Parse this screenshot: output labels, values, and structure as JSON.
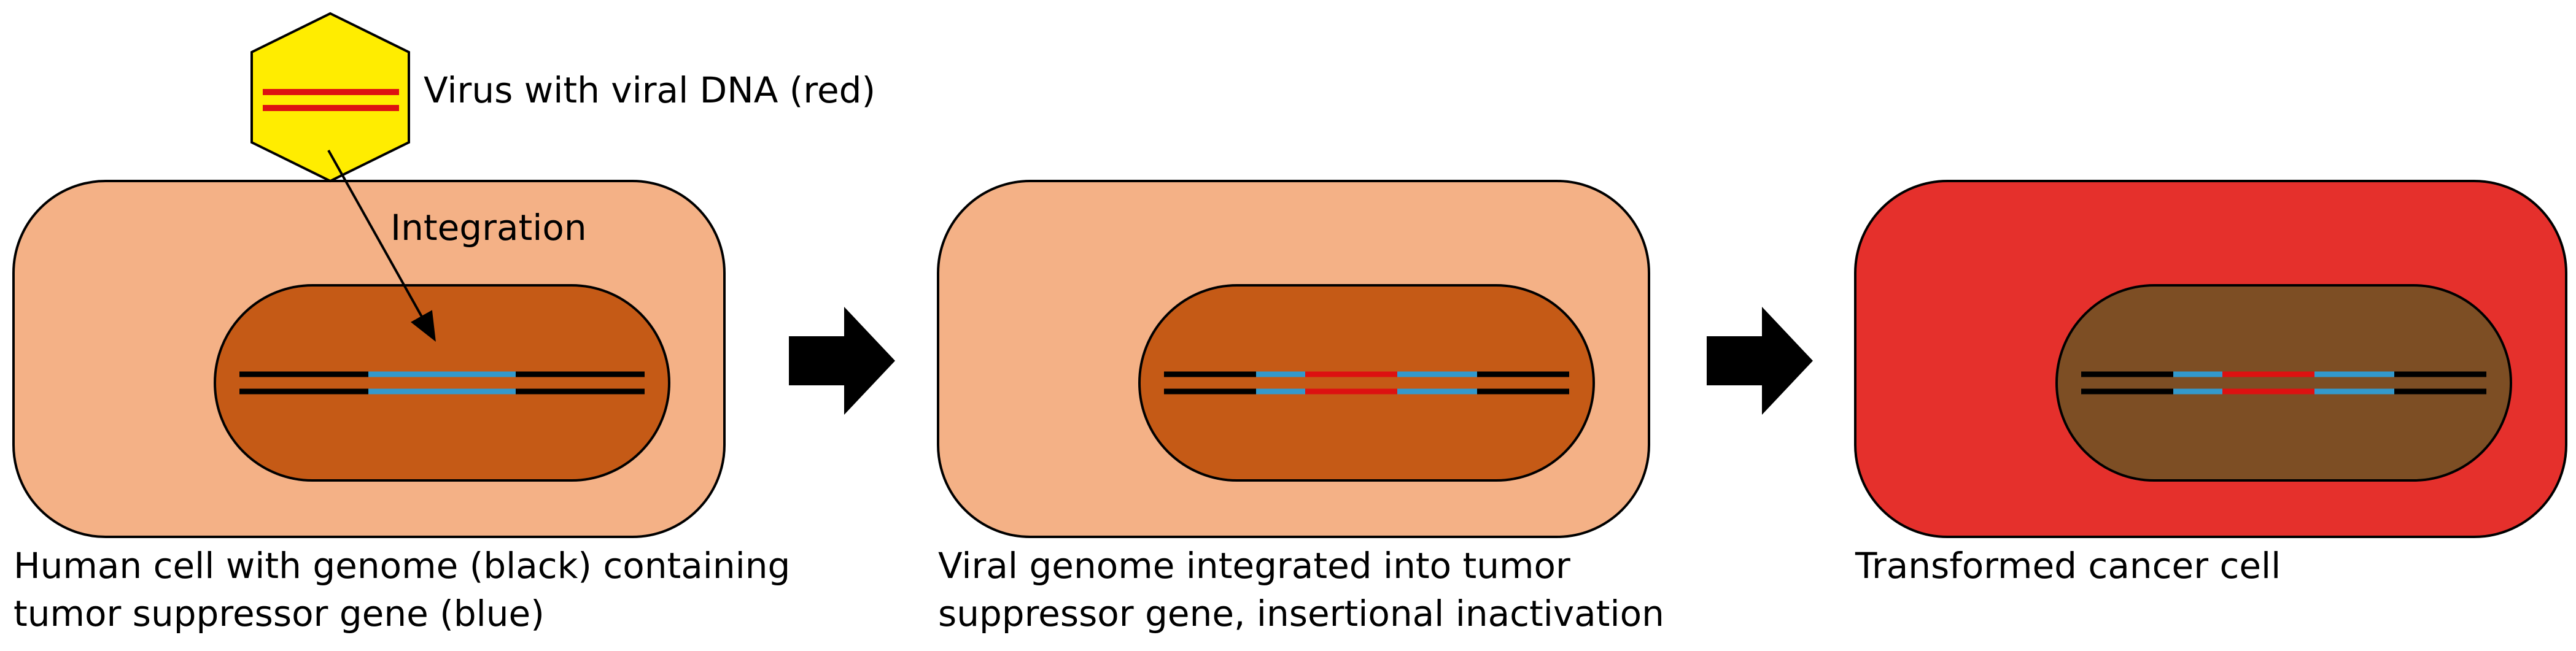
{
  "labels": {
    "virus": "Virus with viral DNA (red)",
    "integration": "Integration"
  },
  "captions": [
    {
      "line1": "Human cell with genome (black) containing",
      "line2": "tumor suppressor gene (blue)"
    },
    {
      "line1": "Viral genome integrated into tumor",
      "line2": "suppressor gene, insertional inactivation"
    },
    {
      "line1": "Transformed cancer cell",
      "line2": ""
    }
  ],
  "colors": {
    "healthy_cell": "#f4b186",
    "healthy_nucleus": "#c55a16",
    "cancer_cell": "#e5302c",
    "cancer_nucleus": "#7d4e24",
    "virus_capsid": "#ffed00",
    "host_dna": "#000000",
    "tumor_suppressor_gene": "#3399cc",
    "viral_dna": "#dd1111",
    "arrow": "#000000"
  }
}
